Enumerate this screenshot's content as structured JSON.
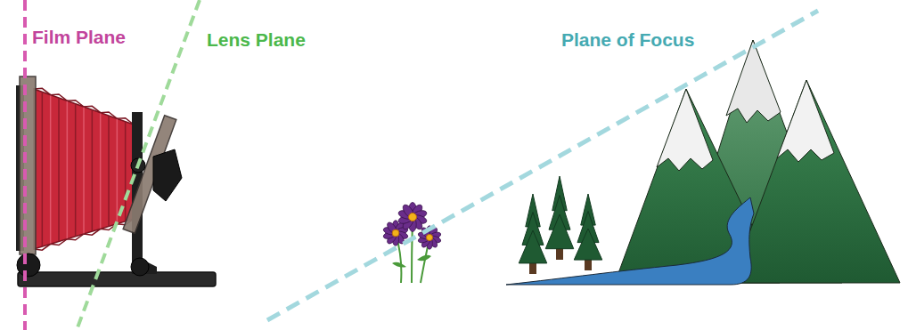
{
  "diagram": {
    "labels": [
      "Film Plane",
      "Lens Plane",
      "Plane of Focus"
    ]
  }
}
